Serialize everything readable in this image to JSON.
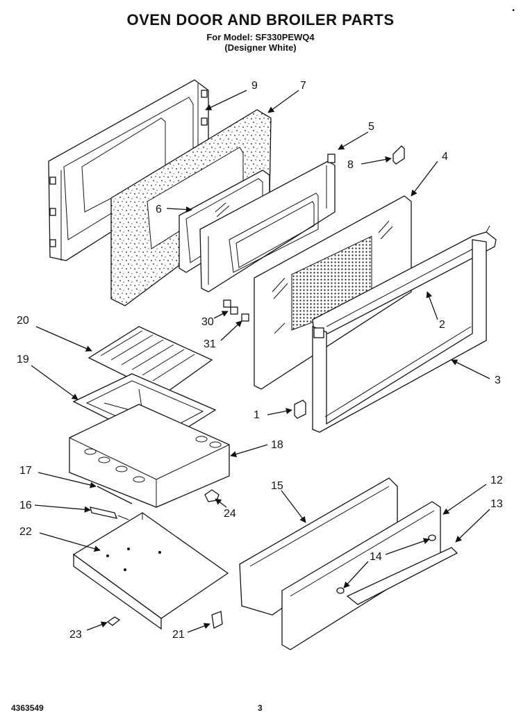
{
  "header": {
    "title": "OVEN DOOR AND BROILER PARTS",
    "model_line": "For Model: SF330PEWQ4",
    "color_line": "(Designer White)",
    "corner_mark": "•"
  },
  "footer": {
    "doc_number": "4363549",
    "page_number": "3"
  },
  "callouts": {
    "c1": "1",
    "c2": "2",
    "c3": "3",
    "c4": "4",
    "c5": "5",
    "c6": "6",
    "c7": "7",
    "c8": "8",
    "c9": "9",
    "c12": "12",
    "c13": "13",
    "c14": "14",
    "c15": "15",
    "c16": "16",
    "c17": "17",
    "c18": "18",
    "c19": "19",
    "c20": "20",
    "c21": "21",
    "c22": "22",
    "c23": "23",
    "c24": "24",
    "c30": "30",
    "c31": "31"
  }
}
